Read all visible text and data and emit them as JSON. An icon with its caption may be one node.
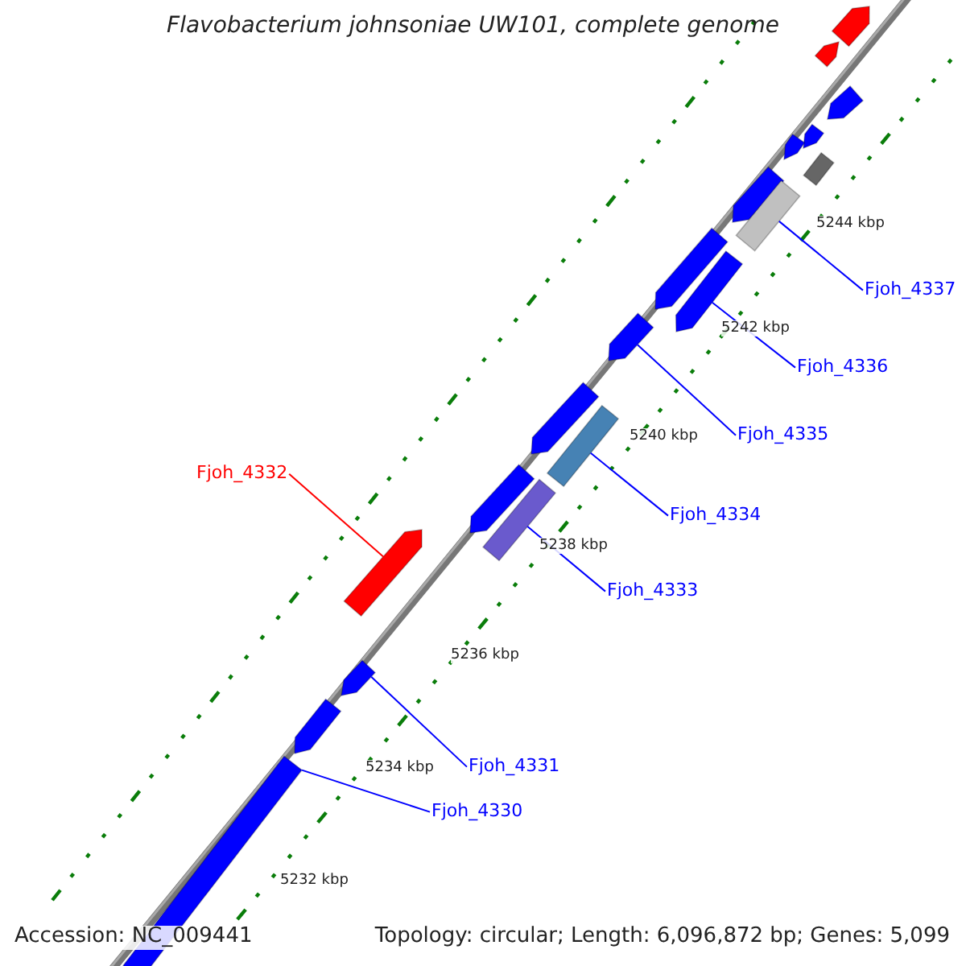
{
  "diagram": {
    "title": "Flavobacterium johnsoniae UW101, complete genome",
    "nodes": [
      {
        "text": [
          "Fjoh_4337"
        ]
      },
      {
        "text": [
          "Fjoh_4336"
        ]
      },
      {
        "text": [
          "Fjoh_4335"
        ]
      },
      {
        "text": [
          "Fjoh_4334"
        ]
      },
      {
        "text": [
          "Fjoh_4332"
        ]
      },
      {
        "text": [
          "Fjoh_4333"
        ]
      },
      {
        "text": [
          "Fjoh_4331"
        ]
      },
      {
        "text": [
          "Fjoh_4330"
        ]
      },
      {
        "text": [],
        "shape": "bar"
      },
      {
        "text": [],
        "shape": "bar"
      },
      {
        "text": [],
        "shape": "bar"
      },
      {
        "text": [],
        "shape": "bar"
      },
      {
        "text": [],
        "shape": "bar"
      },
      {
        "text": [],
        "shape": "bar"
      },
      {
        "text": [],
        "shape": "bar"
      },
      {
        "text": [],
        "shape": "bar"
      },
      {
        "text": [],
        "shape": "bar"
      },
      {
        "text": [],
        "shape": "bar"
      },
      {
        "text": [],
        "shape": "bar"
      },
      {
        "text": [],
        "shape": "bar"
      },
      {
        "text": [],
        "shape": "bar"
      },
      {
        "text": [],
        "shape": "bar"
      },
      {
        "text": [],
        "shape": "bar"
      },
      {
        "text": [],
        "shape": "bar"
      },
      {
        "text": [],
        "shape": "bar"
      },
      {
        "text": [],
        "shape": "bar"
      },
      {
        "text": [],
        "shape": "bar"
      }
    ],
    "edges": [
      {
        "from": 0,
        "to": 15,
        "arrow": "none"
      },
      {
        "from": 1,
        "to": 17,
        "arrow": "none"
      },
      {
        "from": 2,
        "to": 18,
        "arrow": "none"
      },
      {
        "from": 3,
        "to": 20,
        "arrow": "none"
      },
      {
        "from": 4,
        "to": 22,
        "arrow": "none",
        "color": "#ff0000"
      },
      {
        "from": 5,
        "to": 23,
        "arrow": "none"
      },
      {
        "from": 6,
        "to": 24,
        "arrow": "none"
      },
      {
        "from": 7,
        "to": 26,
        "arrow": "none"
      }
    ],
    "labels": [
      "5244 kbp",
      "5242 kbp",
      "5240 kbp",
      "5238 kbp",
      "5236 kbp",
      "5234 kbp",
      "5232 kbp",
      "Accession: NC_009441",
      "Topology: circular; Length: 6,096,872 bp; Genes: 5,099"
    ]
  }
}
